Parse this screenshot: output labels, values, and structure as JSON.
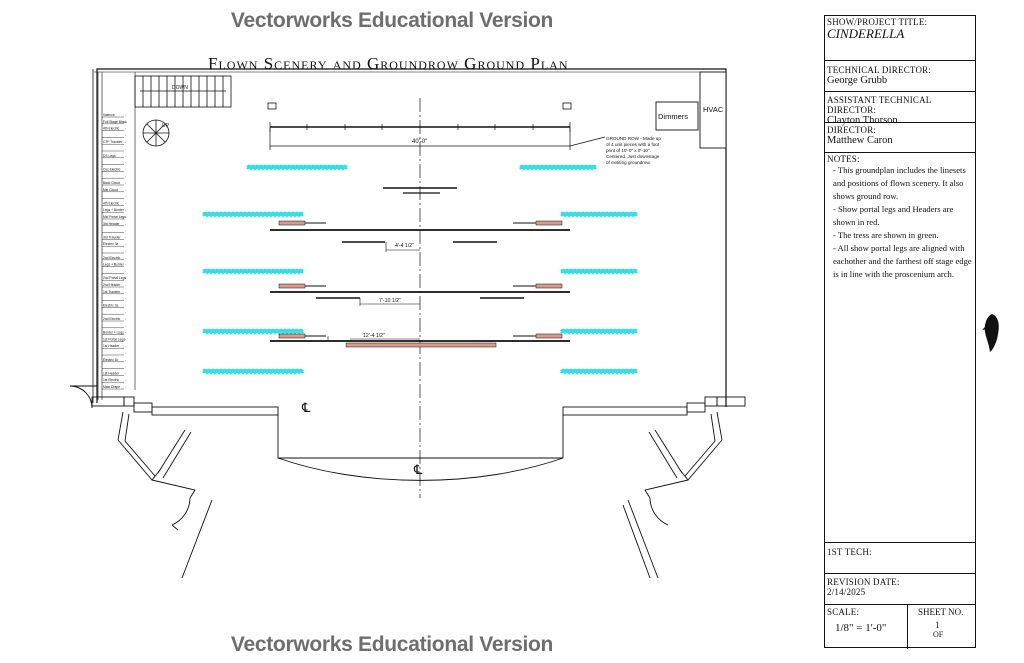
{
  "watermark": "Vectorworks Educational Version",
  "plan_title": "Flown Scenery and Groundrow Ground Plan",
  "labels": {
    "down": "DOWN",
    "up": "UP",
    "dimmers": "Dimmers",
    "hvac": "HVAC",
    "width_dim": "40'-0\"",
    "dim1": "4'-4 1/2\"",
    "dim2": "7'-10 1/2\"",
    "dim3": "12'-4 1/2\"",
    "groundrow_note": [
      "GROUND ROW - Made up",
      "of 4 unit pieces with a foot",
      "print of 10'-0\" x 0'-10\".",
      "Centered. Just downstage",
      "of exsiting groundrow."
    ],
    "centerline": "℄"
  },
  "lineset_labels": [
    "Valence",
    "Full Stage Black",
    "4th Electric",
    "",
    "CTF Traveler",
    "",
    "DS Legs",
    "",
    "Cyc Electric",
    "",
    "Back Cloud",
    "Mid Cloud",
    "",
    "4th Electric",
    "Legs + Border",
    "Mid Portal Legs",
    "3rd Header",
    "",
    "3rd Traveler",
    "Electric 3a",
    "",
    "2nd Electric",
    "Legs + Border",
    "",
    "2nd Portal Legs",
    "2nd Header",
    "1st Traveler",
    "",
    "Electric 2a",
    "",
    "2nd Electric",
    "",
    "Border + Legs",
    "1st Portal Legs",
    "1st Header",
    "",
    "Electric 1b",
    "",
    "1st Header",
    "1st Electric",
    "Main Drape"
  ],
  "title_block": {
    "show_label": "Show/Project Title:",
    "show_value": "Cinderella",
    "td_label": "Technical Director:",
    "td_value": "George Grubb",
    "atd_label": "Assistant Technical Director:",
    "atd_value": "Clayton Thorson",
    "dir_label": "Director:",
    "dir_value": "Matthew Caron",
    "notes_label": "Notes:",
    "notes": [
      "- This groundplan includes the linesets and positions of flown scenery. It also shows ground row.",
      "- Show portal legs and Headers are shown in red.",
      "- The tress are shown in green.",
      "- All show portal legs are aligned with eachother and the farthest off stage edge is in line with the proscenium arch."
    ],
    "tech_label": "1st Tech:",
    "rev_label": "Revision Date:",
    "rev_value": "2/14/2025",
    "scale_label": "Scale:",
    "scale_value": "1/8\" = 1'-0\"",
    "sheet_label": "Sheet No.",
    "sheet_num": "1",
    "sheet_of": "OF"
  },
  "colors": {
    "ink": "#111111",
    "scenery_red": "#d99a8a",
    "tree_green": "#33e0e6",
    "watermark": "#6e6e6e"
  }
}
